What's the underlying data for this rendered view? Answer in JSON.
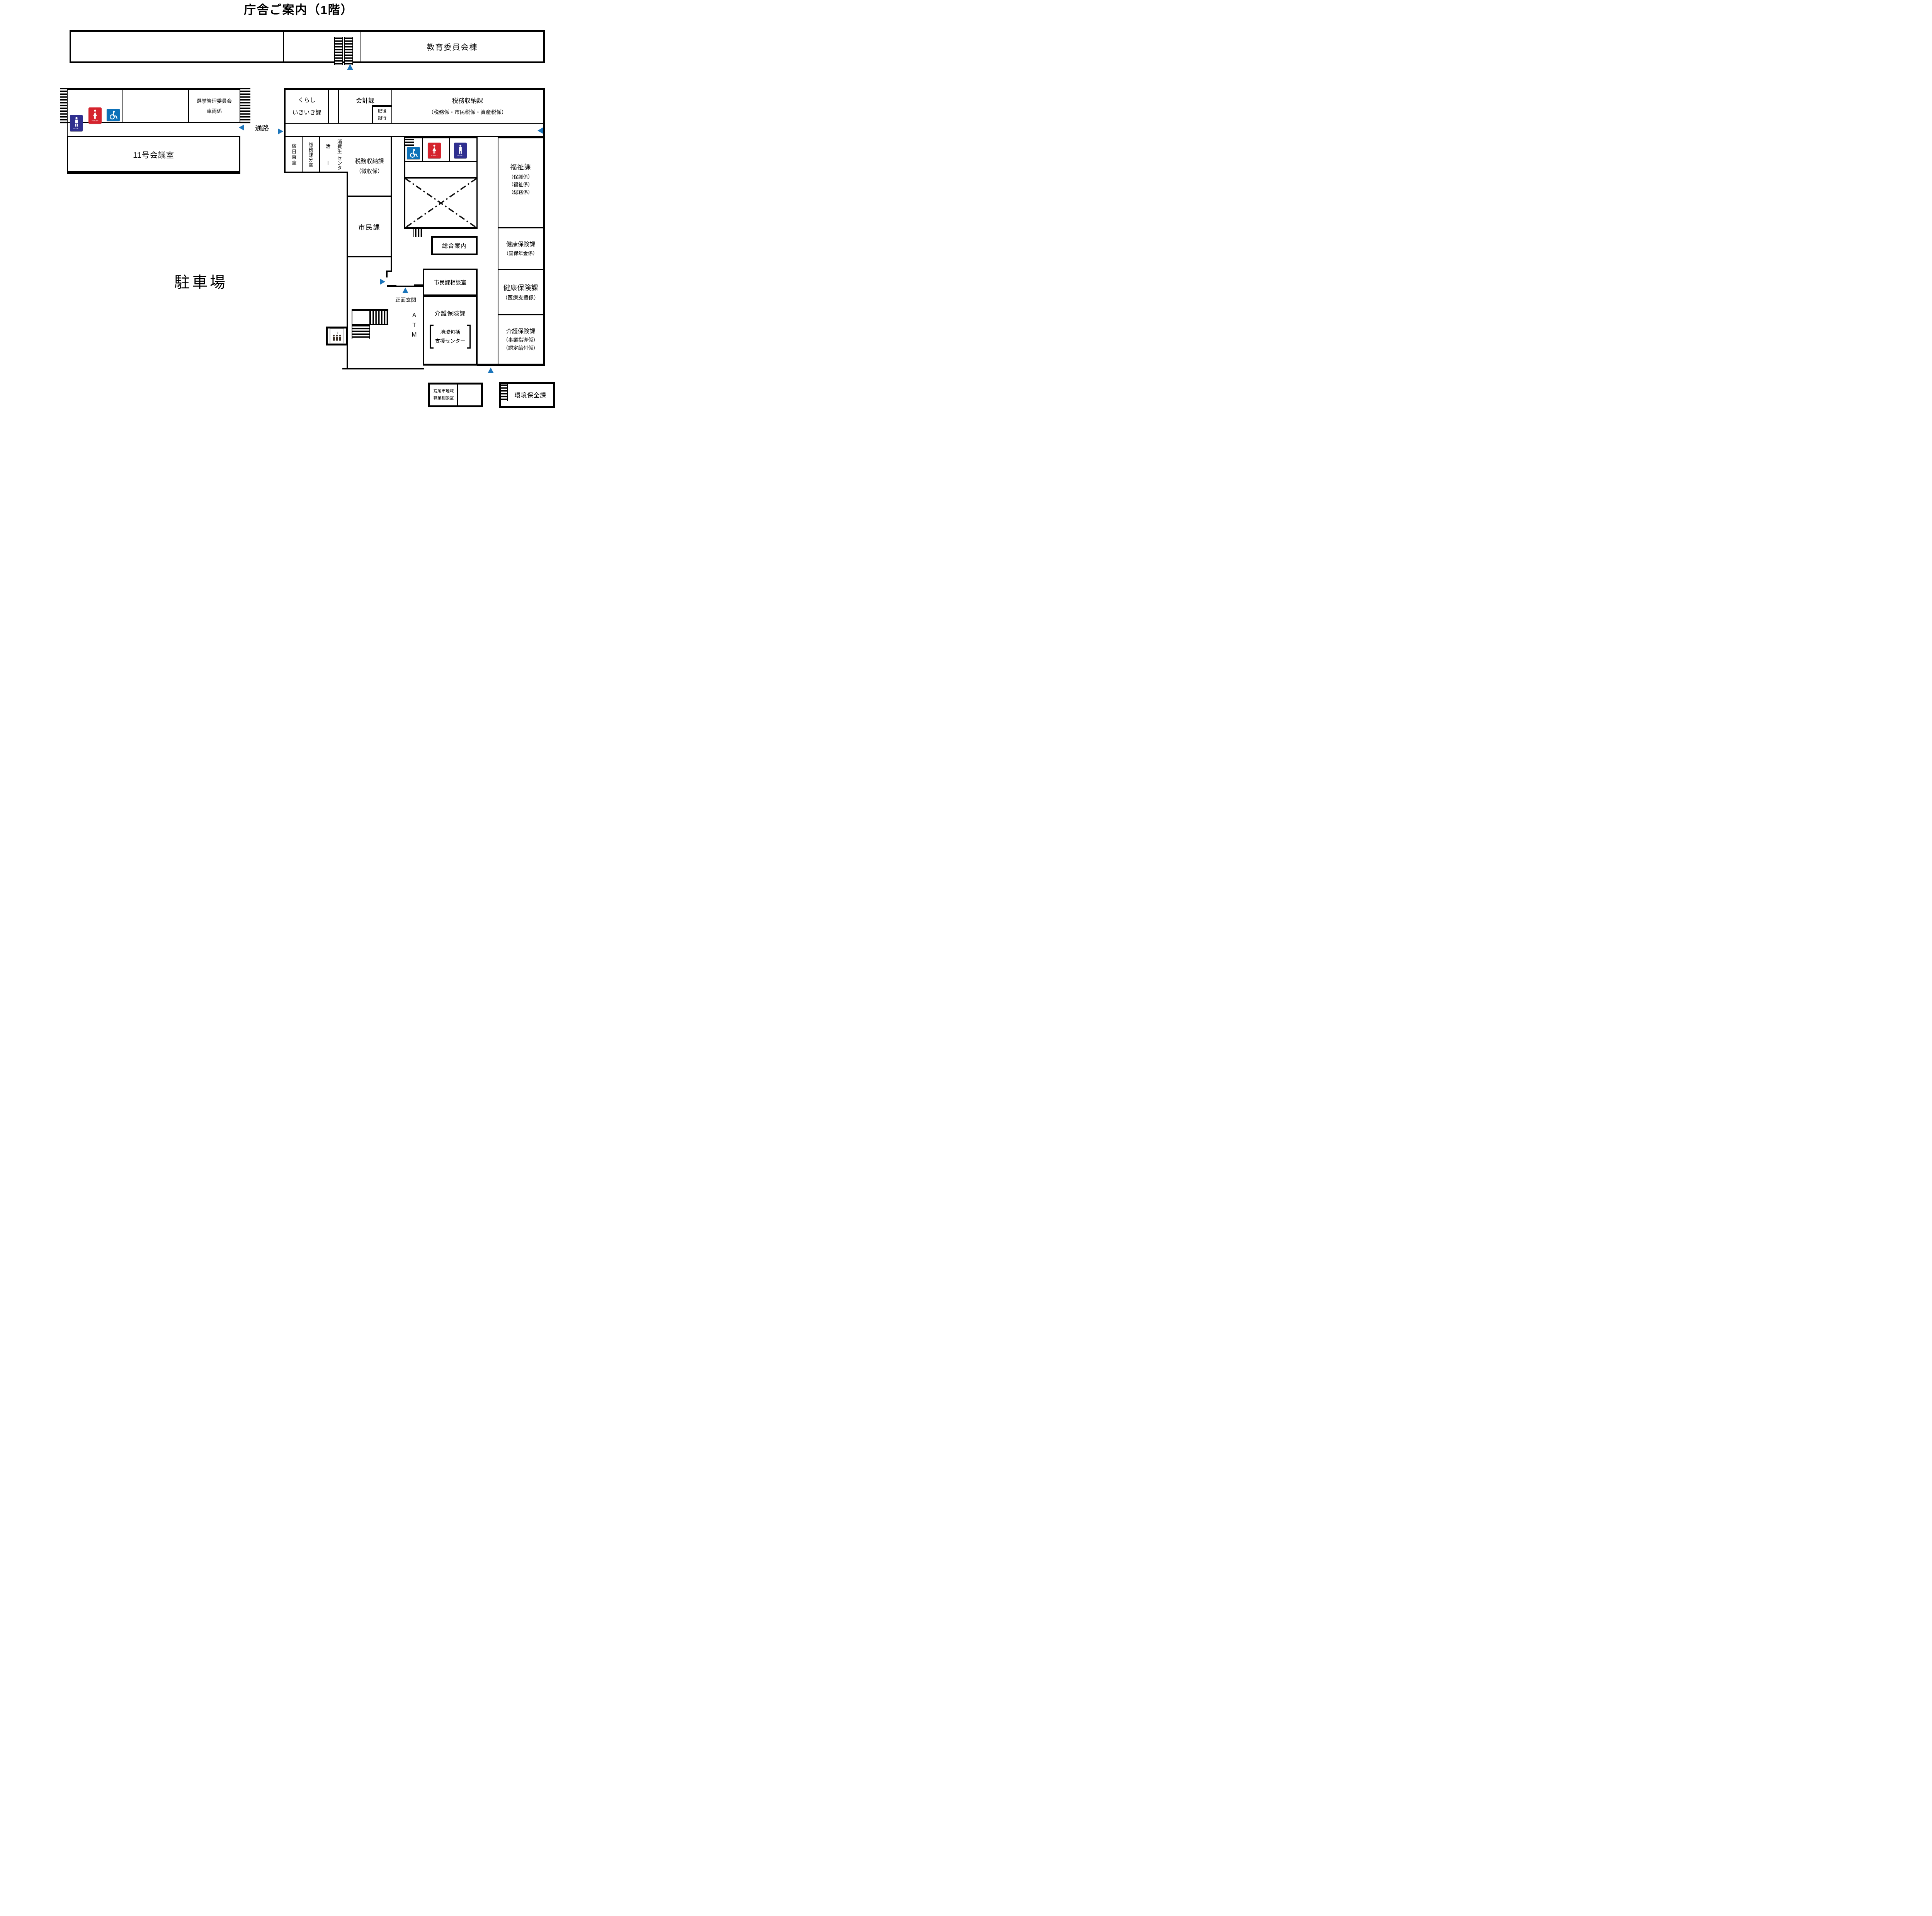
{
  "title": "庁舎ご案内（1階）",
  "colors": {
    "wall": "#000000",
    "arrow_blue": "#1b75bb",
    "toilet_red": "#d5232d",
    "toilet_navy": "#2f2f8f",
    "access_blue": "#0d71b8"
  },
  "education_wing": {
    "label": "教育委員会棟"
  },
  "corridor_label": "通路",
  "parking_label": "駐車場",
  "entrance_label": "正面玄関",
  "info_desk_label": "総合案内",
  "atm_letters": [
    "A",
    "T",
    "M"
  ],
  "toilet_sign_text": "TOILET",
  "left_block": {
    "election_line1": "選挙管理委員会",
    "election_line2": "車両係",
    "meeting_room": "11号会議室"
  },
  "top_row": {
    "kurashi_line1": "くらし",
    "kurashi_line2": "いきいき課",
    "accounting": "会計課",
    "bank_line1": "肥後",
    "bank_line2": "銀行",
    "tax_line1": "税務収納課",
    "tax_line2": "（税務係・市民税係・資産税係）"
  },
  "west_rooms": {
    "night_duty": "宿日直室",
    "somu_branch": "総務課分室",
    "consumer_line1": "消費生活",
    "consumer_line2": "センター"
  },
  "mid_rooms": {
    "tax_collect_line1": "税務収納課",
    "tax_collect_line2": "（徴収係）",
    "citizen": "市民課"
  },
  "consult_room": "市民課相談室",
  "kaigo": {
    "name": "介護保険課",
    "sub_line1": "地域包括",
    "sub_line2": "支援センター"
  },
  "east_rooms": {
    "welfare": {
      "name": "福祉課",
      "sub1": "（保護係）",
      "sub2": "（福祉係）",
      "sub3": "（総務係）"
    },
    "health1": {
      "name": "健康保険課",
      "sub1": "（国保年金係）"
    },
    "health2": {
      "name": "健康保険課",
      "sub1": "（医療支援係）"
    },
    "kaigo2": {
      "name": "介護保険課",
      "sub1": "（事業指導係）",
      "sub2": "（認定給付係）"
    }
  },
  "bottom_blocks": {
    "job_line1": "荒尾市地域",
    "job_line2": "職業相談室",
    "environment": "環境保全課"
  }
}
